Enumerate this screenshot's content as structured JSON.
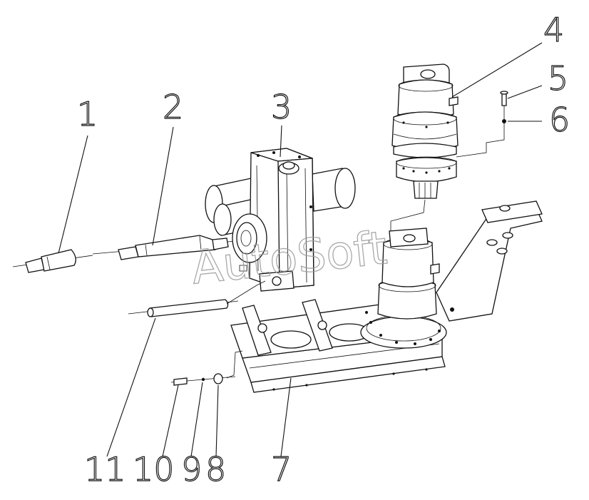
{
  "diagram": {
    "part_numbers": [
      {
        "id": "1",
        "label": "1"
      },
      {
        "id": "2",
        "label": "2"
      },
      {
        "id": "3",
        "label": "3"
      },
      {
        "id": "4",
        "label": "4"
      },
      {
        "id": "5",
        "label": "5"
      },
      {
        "id": "6",
        "label": "6"
      },
      {
        "id": "7",
        "label": "7"
      },
      {
        "id": "8",
        "label": "8"
      },
      {
        "id": "9",
        "label": "9"
      },
      {
        "id": "10",
        "label": "10"
      },
      {
        "id": "11",
        "label": "11"
      }
    ],
    "watermark": "AutoSoft"
  }
}
